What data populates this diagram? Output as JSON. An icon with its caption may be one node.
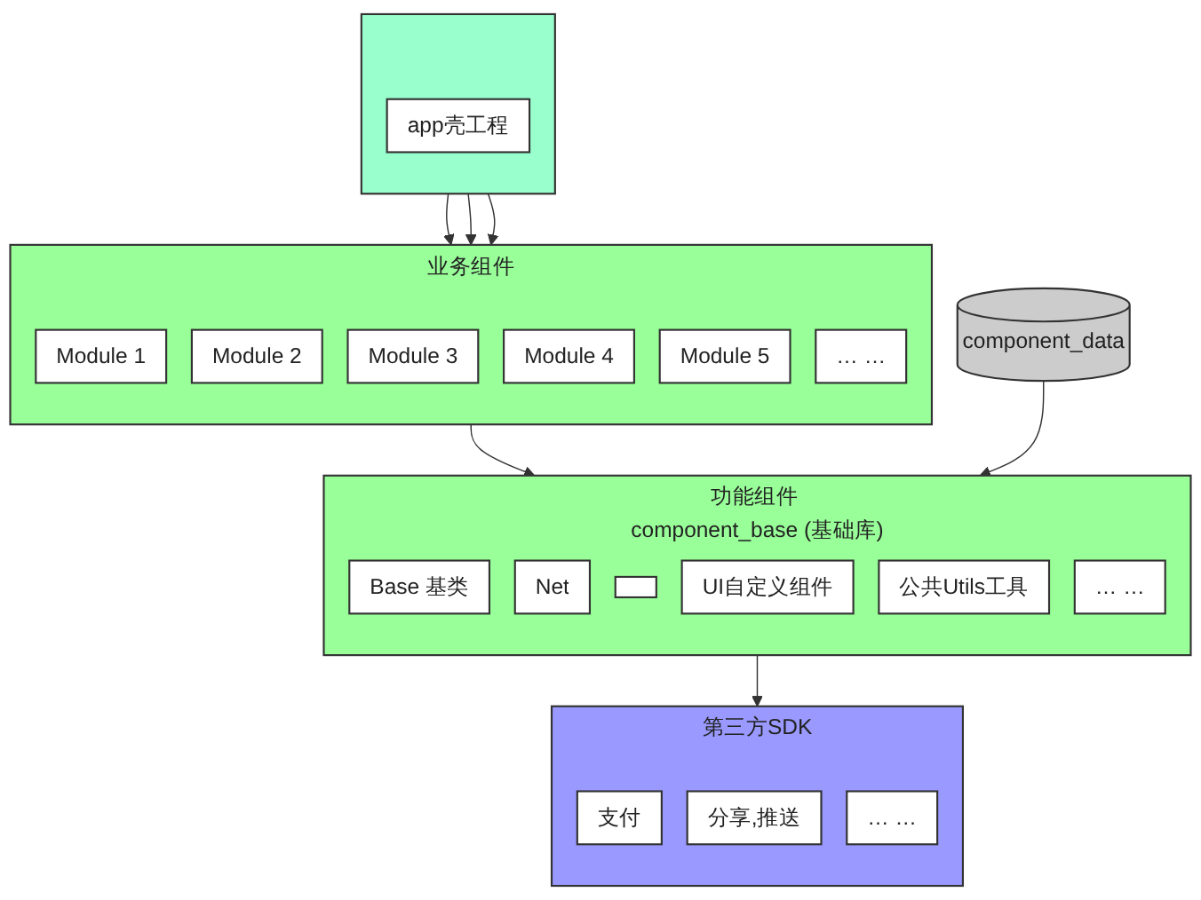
{
  "diagram": {
    "nodes": [
      {
        "text": [],
        "shape": "box"
      },
      {
        "text": [
          "app壳工程"
        ],
        "in": 0
      },
      {
        "text": [
          "业务组件"
        ]
      },
      {
        "text": [
          "Module 1"
        ],
        "in": 2
      },
      {
        "text": [
          "Module 2"
        ],
        "in": 2
      },
      {
        "text": [
          "Module 3"
        ],
        "in": 2
      },
      {
        "text": [
          "Module 4"
        ],
        "in": 2
      },
      {
        "text": [
          "Module 5"
        ],
        "in": 2
      },
      {
        "text": [
          "… …"
        ],
        "in": 2
      },
      {
        "text": [
          "功能组件 component_base (基础库)"
        ]
      },
      {
        "text": [
          "Base 基类"
        ],
        "in": 9
      },
      {
        "text": [
          "Net"
        ],
        "in": 9
      },
      {
        "text": [],
        "shape": "box",
        "in": 9
      },
      {
        "text": [
          "UI自定义组件"
        ],
        "in": 9
      },
      {
        "text": [
          "公共Utils工具"
        ],
        "in": 9
      },
      {
        "text": [
          "… …"
        ],
        "in": 9
      },
      {
        "text": [
          "第三方SDK"
        ]
      },
      {
        "text": [
          "支付"
        ],
        "in": 16
      },
      {
        "text": [
          "分享,推送"
        ],
        "in": 16
      },
      {
        "text": [
          "… …"
        ],
        "in": 16
      },
      {
        "text": [
          "component_data"
        ]
      }
    ],
    "edges": [
      {
        "from": 0,
        "to": 2,
        "arrow": "to"
      },
      {
        "from": 0,
        "to": 2,
        "arrow": "to"
      },
      {
        "from": 0,
        "to": 2,
        "arrow": "to"
      },
      {
        "from": 2,
        "to": 9,
        "arrow": "to"
      },
      {
        "from": 20,
        "to": 9,
        "arrow": "to"
      },
      {
        "from": 9,
        "to": 16,
        "arrow": "to"
      }
    ]
  }
}
